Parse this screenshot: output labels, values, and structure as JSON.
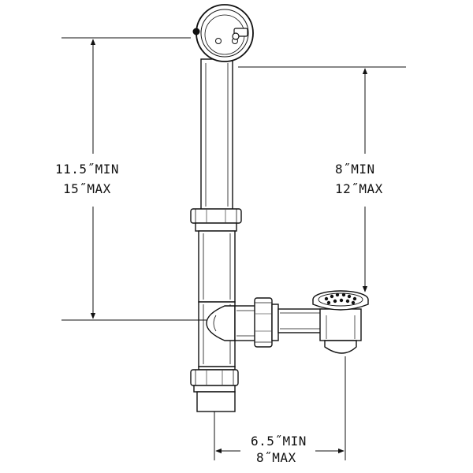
{
  "dimensions": {
    "overflow_height": {
      "min": "11.5˝MIN",
      "max": "15˝MAX"
    },
    "drain_height": {
      "min": "8˝MIN",
      "max": "12˝MAX"
    },
    "horizontal_run": {
      "min": "6.5˝MIN",
      "max": "8˝MAX"
    }
  },
  "colors": {
    "line": "#111111",
    "background": "#ffffff"
  },
  "icons": {
    "overflow_plate": "overflow-plate-icon",
    "lift_lever": "trip-lever-icon",
    "drain_strainer": "drain-strainer-icon"
  }
}
